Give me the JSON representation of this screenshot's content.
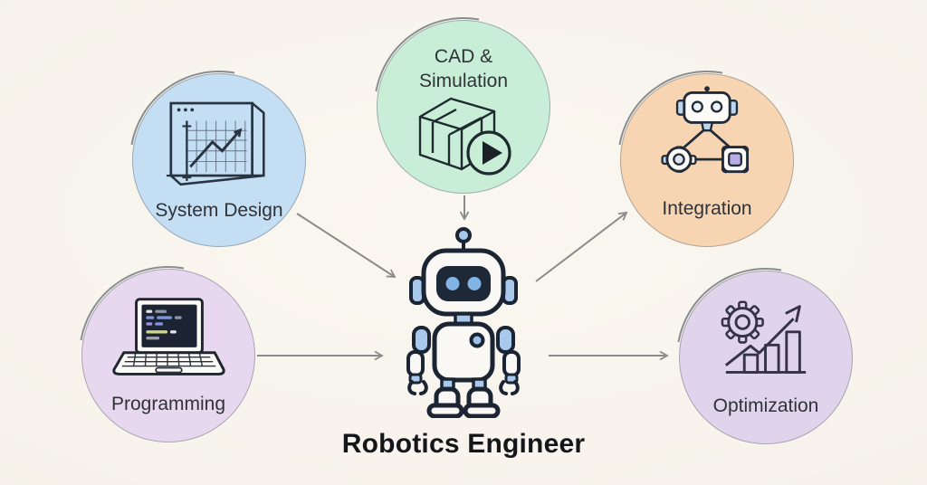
{
  "title": "Robotics Engineer",
  "nodes": [
    {
      "id": "system-design",
      "label": "System Design",
      "icon": "chart-panel-icon",
      "fill": "#c4def4"
    },
    {
      "id": "cad-simulation",
      "label": "CAD & Simulation",
      "icon": "cube-play-icon",
      "fill": "#c9eed8"
    },
    {
      "id": "integration",
      "label": "Integration",
      "icon": "robot-network-icon",
      "fill": "#f7d5b2"
    },
    {
      "id": "programming",
      "label": "Programming",
      "icon": "laptop-code-icon",
      "fill": "#e7d7ef"
    },
    {
      "id": "optimization",
      "label": "Optimization",
      "icon": "gear-chart-icon",
      "fill": "#e0d4ec"
    }
  ],
  "center": {
    "id": "robot",
    "icon": "robot-icon",
    "label": "Robotics Engineer"
  },
  "edges": [
    {
      "from": "system-design",
      "to": "robot"
    },
    {
      "from": "cad-simulation",
      "to": "robot"
    },
    {
      "from": "robot",
      "to": "integration"
    },
    {
      "from": "programming",
      "to": "robot"
    },
    {
      "from": "robot",
      "to": "optimization"
    }
  ],
  "colors": {
    "background": "#f7f3ec",
    "arrow": "#8b8b8b",
    "label_text": "#2f3338",
    "title_text": "#141619",
    "outline": "#232d3c",
    "robot_blue": "#a9c9ec",
    "screen_dark": "#1e2836"
  }
}
